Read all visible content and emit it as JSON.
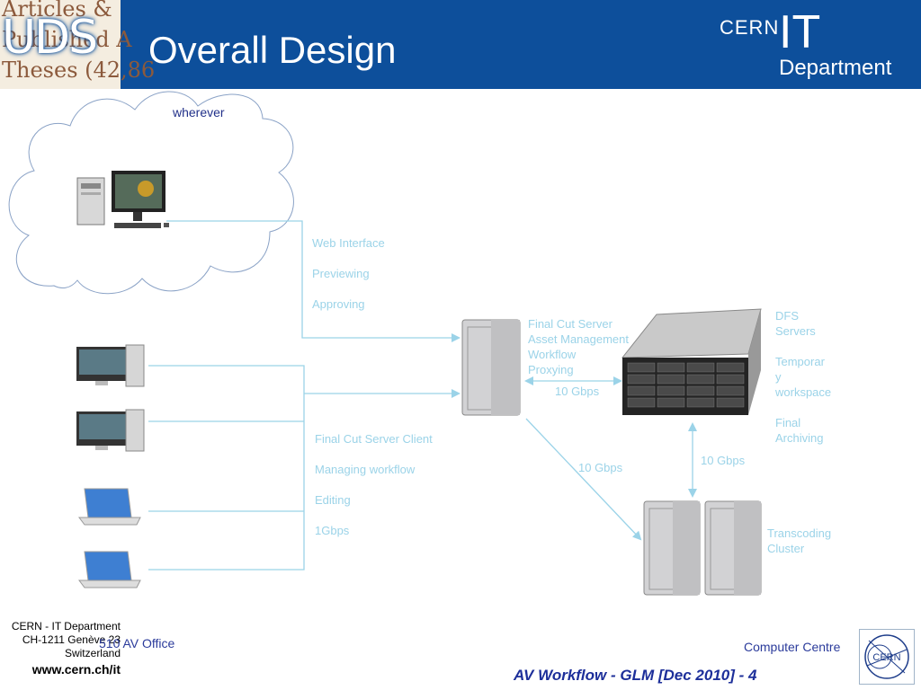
{
  "header": {
    "title": "Overall Design",
    "uds_logo": "UDS",
    "uds_bg_lines": [
      "Articles &",
      "Published A",
      "Theses (42,86"
    ],
    "cern_it": {
      "cern": "CERN",
      "it": "IT",
      "department": "Department"
    }
  },
  "diagram": {
    "cloud_label": "wherever",
    "web_labels": [
      "Web Interface",
      "Previewing",
      "Approving"
    ],
    "fcs_labels": [
      "Final Cut Server",
      "Asset Management",
      "Workflow",
      "Proxying"
    ],
    "dfs_labels": [
      "DFS",
      "Servers",
      "Temporar",
      "y",
      "workspace",
      "Final",
      "Archiving"
    ],
    "client_labels": [
      "Final Cut Server Client",
      "Managing workflow",
      "Editing",
      "1Gbps"
    ],
    "link_fcs_dfs": "10 Gbps",
    "link_fcs_cluster": "10 Gbps",
    "link_dfs_cluster": "10 Gbps",
    "cluster_labels": [
      "Transcoding",
      "Cluster"
    ]
  },
  "footer": {
    "address": [
      "CERN - IT Department",
      "CH-1211 Genève 23",
      "Switzerland"
    ],
    "url": "www.cern.ch/it",
    "office": "510 AV Office",
    "computer_centre": "Computer Centre",
    "slide_title": "AV Workflow - GLM [Dec 2010] - 4",
    "logo_text": "CERN"
  },
  "colors": {
    "header_blue": "#0d4f9b",
    "line_blue": "#9bd3e8",
    "footer_blue": "#1d2f9a"
  }
}
